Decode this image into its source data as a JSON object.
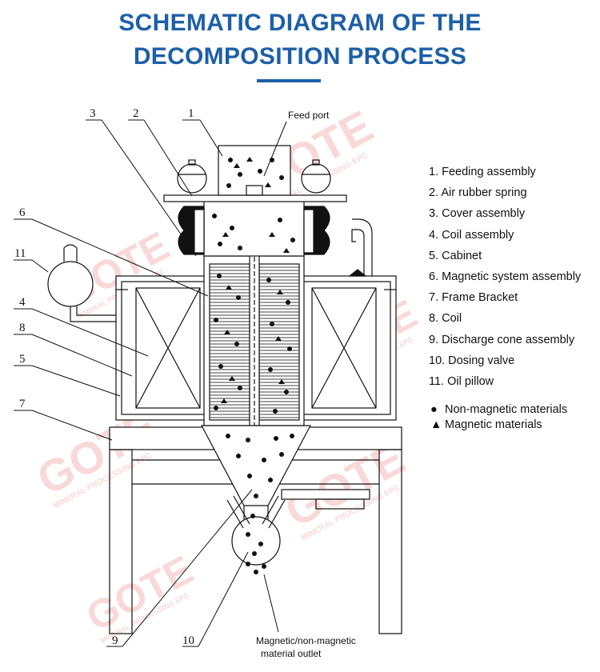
{
  "title": {
    "line1": "SCHEMATIC DIAGRAM OF THE",
    "line2": "DECOMPOSITION PROCESS"
  },
  "labels": {
    "feed_port": "Feed port",
    "outlet_line1": "Magnetic/non-magnetic",
    "outlet_line2": "material outlet"
  },
  "callouts": [
    "1",
    "2",
    "3",
    "4",
    "5",
    "6",
    "7",
    "8",
    "9",
    "10",
    "11"
  ],
  "legend": [
    "1. Feeding assembly",
    "2. Air rubber spring",
    "3. Cover assembly",
    "4. Coil assembly",
    "5. Cabinet",
    "6. Magnetic system assembly",
    "7. Frame Bracket",
    "8. Coil",
    "9. Discharge cone assembly",
    "10. Dosing valve",
    "11. Oil pillow"
  ],
  "materials": {
    "non_magnetic": "Non-magnetic materials",
    "magnetic": "Magnetic materials"
  },
  "watermark": {
    "brand": "GOTE",
    "tagline": "MINERAL PROCESSING EPC"
  },
  "colors": {
    "title": "#1d5fa8",
    "ink": "#111111",
    "watermark": "#f2b8b8"
  }
}
